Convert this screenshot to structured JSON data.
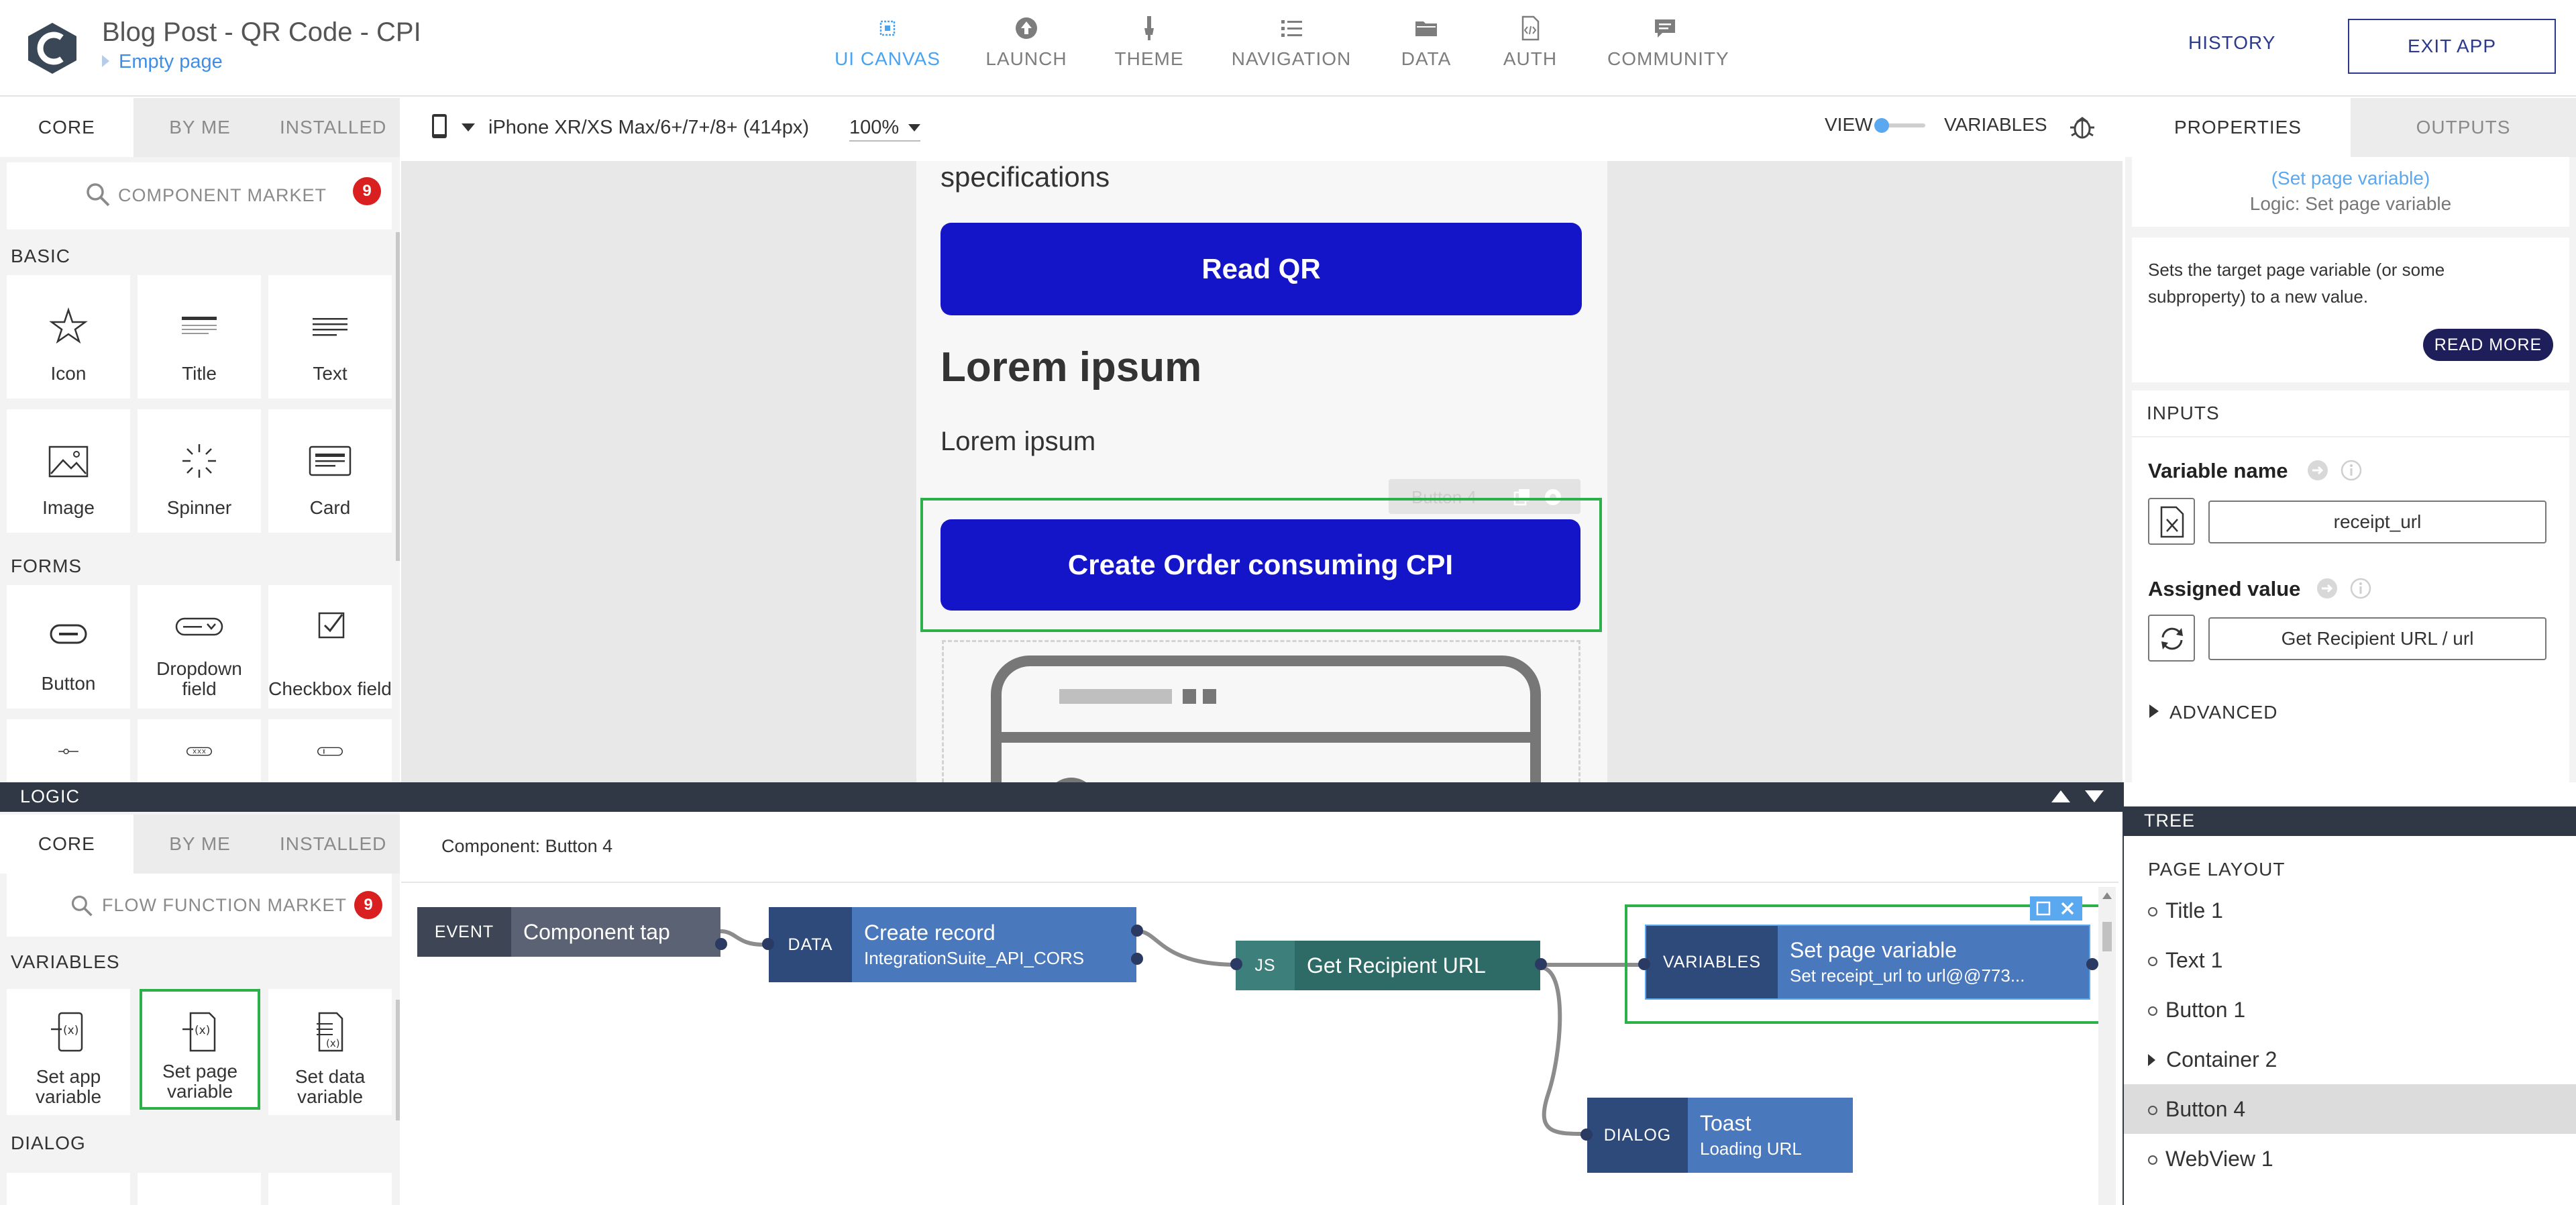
{
  "app": {
    "title": "Blog Post - QR Code - CPI",
    "page_link": "Empty page"
  },
  "nav": {
    "items": [
      {
        "label": "UI CANVAS",
        "icon": "canvas-icon",
        "active": true
      },
      {
        "label": "LAUNCH",
        "icon": "launch-icon"
      },
      {
        "label": "THEME",
        "icon": "brush-icon"
      },
      {
        "label": "NAVIGATION",
        "icon": "list-icon"
      },
      {
        "label": "DATA",
        "icon": "folder-icon"
      },
      {
        "label": "AUTH",
        "icon": "code-file-icon"
      },
      {
        "label": "COMMUNITY",
        "icon": "chat-icon"
      }
    ],
    "history": "HISTORY",
    "exit": "EXIT APP"
  },
  "left_panel": {
    "tabs": [
      "CORE",
      "BY ME",
      "INSTALLED"
    ],
    "search_placeholder": "COMPONENT MARKET",
    "badge": "9",
    "sections": {
      "basic": "BASIC",
      "forms": "FORMS"
    },
    "basic_items": [
      "Icon",
      "Title",
      "Text",
      "Image",
      "Spinner",
      "Card"
    ],
    "form_items": [
      "Button",
      "Dropdown field",
      "Checkbox field"
    ]
  },
  "canvas": {
    "device": "iPhone XR/XS Max/6+/7+/8+ (414px)",
    "zoom": "100%",
    "view_label": "VIEW",
    "variables_label": "VARIABLES",
    "content": {
      "spec_text": "specifications",
      "read_qr": "Read QR",
      "heading": "Lorem ipsum",
      "paragraph": "Lorem ipsum",
      "selected_tag": "Button 4",
      "create_order": "Create Order consuming CPI"
    }
  },
  "properties": {
    "tabs": [
      "PROPERTIES",
      "OUTPUTS"
    ],
    "link": "(Set page variable)",
    "subtitle": "Logic: Set page variable",
    "description": "Sets the target page variable (or some subproperty) to a new value.",
    "read_more": "READ MORE",
    "inputs_header": "INPUTS",
    "variable_name_label": "Variable name",
    "variable_name_value": "receipt_url",
    "assigned_value_label": "Assigned value",
    "assigned_value_value": "Get Recipient URL / url",
    "advanced": "ADVANCED"
  },
  "logic": {
    "bar_label": "LOGIC",
    "tabs": [
      "CORE",
      "BY ME",
      "INSTALLED"
    ],
    "search_placeholder": "FLOW FUNCTION MARKET",
    "badge": "9",
    "section_variables": "VARIABLES",
    "section_dialog": "DIALOG",
    "items": [
      "Set app variable",
      "Set page variable",
      "Set data variable"
    ],
    "component_label": "Component: Button 4"
  },
  "flow": {
    "event": {
      "kind": "EVENT",
      "title": "Component tap"
    },
    "create": {
      "kind": "DATA",
      "title": "Create record",
      "sub": "IntegrationSuite_API_CORS"
    },
    "js": {
      "kind": "JS",
      "title": "Get Recipient URL"
    },
    "setvar": {
      "kind": "VARIABLES",
      "title": "Set page variable",
      "sub": "Set receipt_url to url@@773..."
    },
    "toast": {
      "kind": "DIALOG",
      "title": "Toast",
      "sub": "Loading URL"
    }
  },
  "tree": {
    "bar_label": "TREE",
    "header": "PAGE LAYOUT",
    "items": [
      "Title 1",
      "Text 1",
      "Button 1",
      "Container 2",
      "Button 4",
      "WebView 1"
    ]
  },
  "colors": {
    "accent_blue": "#1414c8",
    "nav_active": "#48a3f0",
    "selection_green": "#2bb04a",
    "dark_bar": "#2f3844"
  }
}
